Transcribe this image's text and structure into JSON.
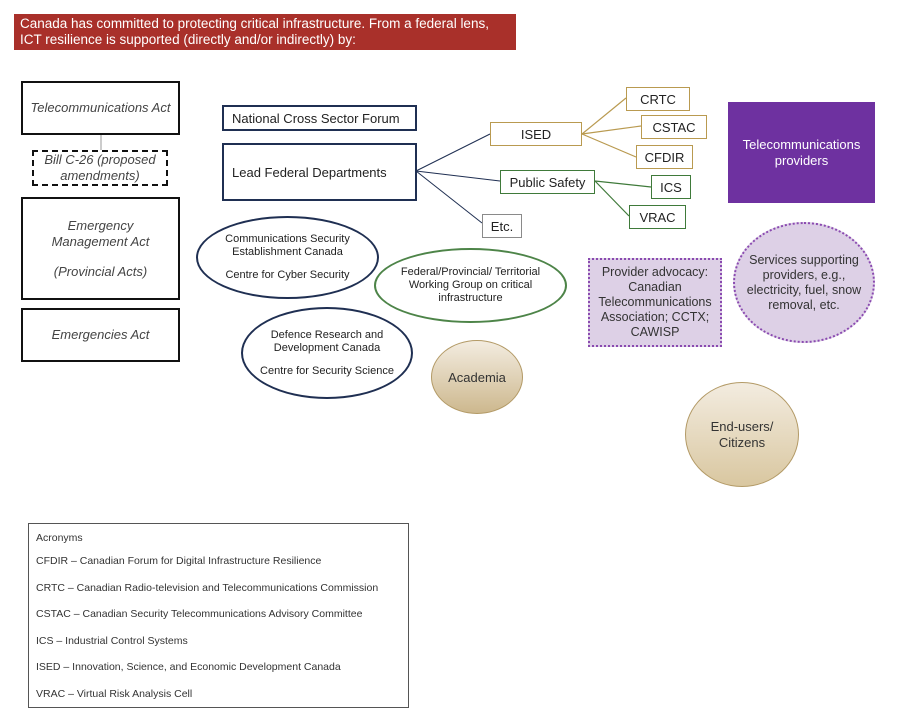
{
  "banner": "Canada has committed to protecting critical infrastructure. From a federal lens, ICT resilience is supported (directly and/or indirectly) by:",
  "legislation": {
    "telecom_act": "Telecommunications Act",
    "bill_c26": "Bill C-26 (proposed amendments)",
    "emergency_mgmt_act": "Emergency Management Act",
    "provincial_acts": "(Provincial Acts)",
    "emergencies_act": "Emergencies Act"
  },
  "federal": {
    "cross_sector_forum": "National Cross Sector Forum",
    "lead_departments": "Lead Federal Departments",
    "ised": "ISED",
    "public_safety": "Public Safety",
    "etc": "Etc.",
    "crtc": "CRTC",
    "cstac": "CSTAC",
    "cfdir": "CFDIR",
    "ics": "ICS",
    "vrac": "VRAC"
  },
  "agencies": {
    "cse": "Communications Security Establishment Canada",
    "cyber_centre": "Centre for Cyber Security",
    "fpt_group": "Federal/Provincial/ Territorial Working Group on critical infrastructure",
    "drdc": "Defence Research and Development Canada",
    "css": "Centre for Security Science",
    "academia": "Academia"
  },
  "industry": {
    "telecom_providers": "Telecommunications providers",
    "advocacy": "Provider advocacy: Canadian Telecommunications Association; CCTX; CAWISP",
    "services": "Services supporting providers, e.g., electricity, fuel, snow removal, etc.",
    "end_users": "End-users/ Citizens"
  },
  "acronyms": {
    "title": "Acronyms",
    "items": [
      "CFDIR – Canadian Forum for Digital Infrastructure Resilience",
      "CRTC – Canadian Radio-television and Telecommunications Commission",
      "CSTAC – Canadian Security Telecommunications Advisory Committee",
      "ICS – Industrial Control Systems",
      "ISED – Innovation, Science, and Economic Development Canada",
      "VRAC – Virtual Risk Analysis Cell"
    ]
  },
  "colors": {
    "banner": "#a9302a",
    "navy": "#1f2f52",
    "gold": "#b99a50",
    "green": "#3f7a3a",
    "purple": "#6e31a0",
    "lavender": "#ddd0e6"
  }
}
